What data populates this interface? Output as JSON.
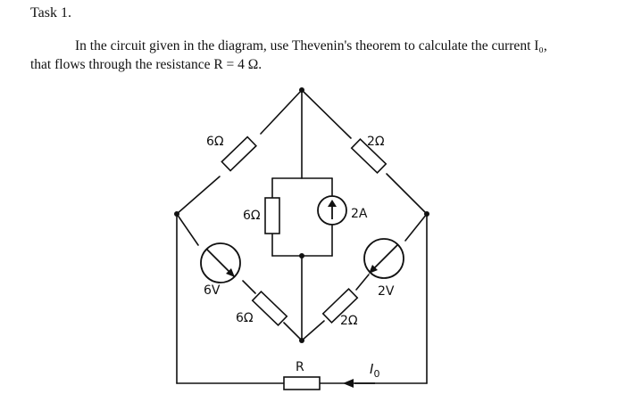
{
  "task": {
    "title": "Task 1.",
    "text_line1": "In the circuit given in the diagram, use Thevenin's theorem to calculate the current I₀,",
    "text_line2": "that flows through the resistance R = 4 Ω."
  },
  "circuit": {
    "labels": {
      "r_upper_left": "6Ω",
      "r_upper_right": "2Ω",
      "r_center": "6Ω",
      "current_source": "2A",
      "v_left": "6V",
      "v_right": "2V",
      "r_lower_left": "6Ω",
      "r_lower_right": "2Ω",
      "r_bottom": "R",
      "current_i0": "I",
      "current_i0_sub": "0"
    }
  }
}
